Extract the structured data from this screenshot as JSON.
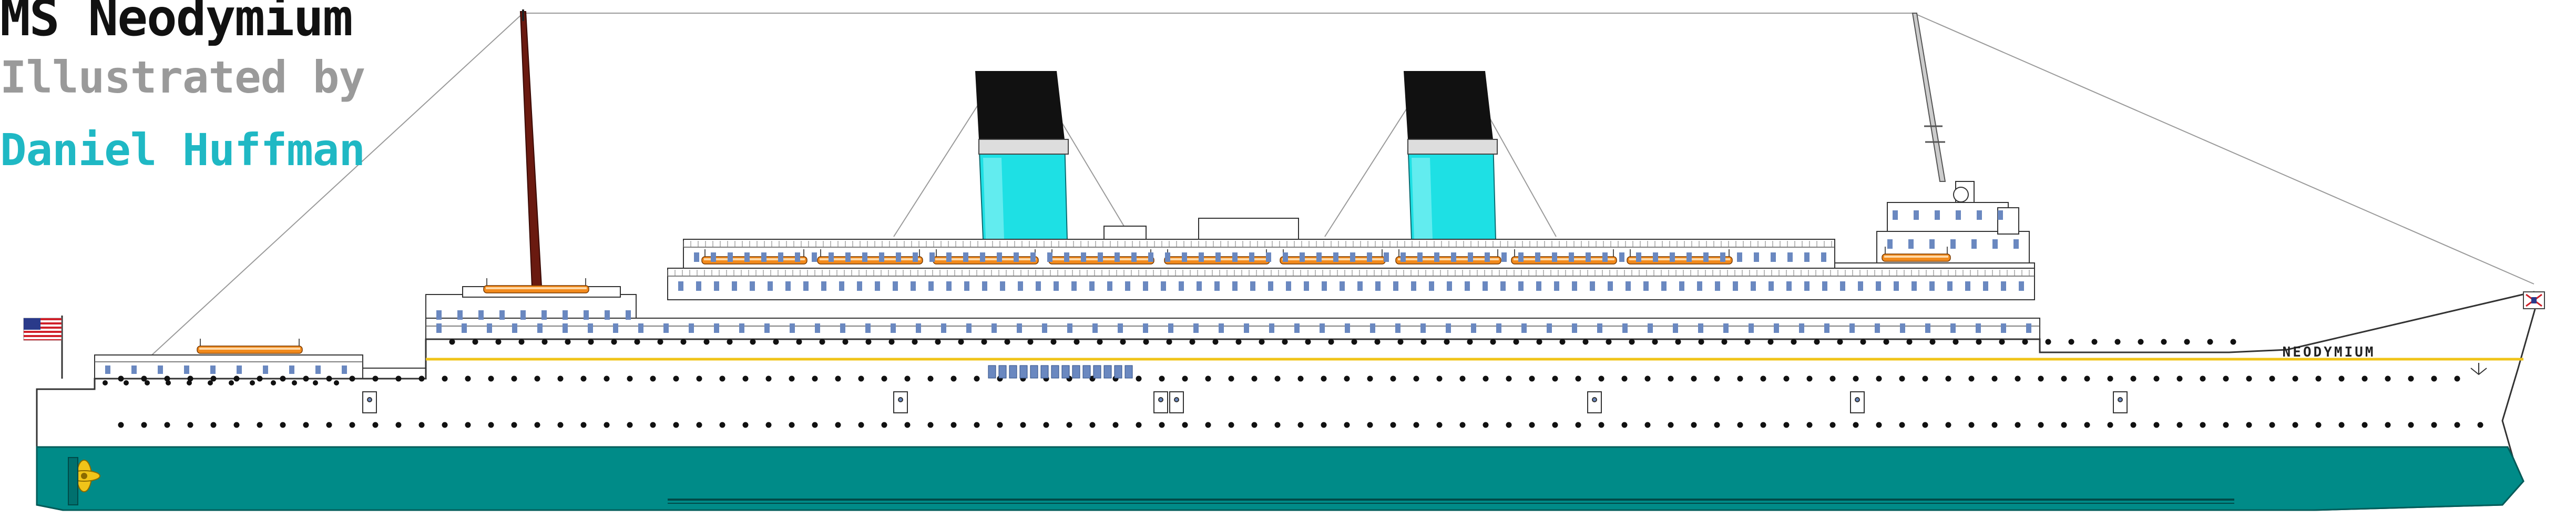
{
  "poster": {
    "title": "MS Neodymium",
    "credit_lines": [
      "Illustrated by",
      "Daniel Huffman"
    ]
  },
  "ship": {
    "hull_name": "NEODYMIUM",
    "colors": {
      "hull_white": "#ffffff",
      "hull_bottom": "#008b88",
      "funnel_top": "#111111",
      "funnel_band": "#1ee0e4",
      "boot_topping_stripe": "#f0c419",
      "lifeboat": "#f28a1c",
      "window": "#6a88c0",
      "outline": "#333333"
    },
    "funnel_count": 2,
    "flag_icon": "us-flag-icon",
    "propeller_icon": "propeller-icon"
  }
}
